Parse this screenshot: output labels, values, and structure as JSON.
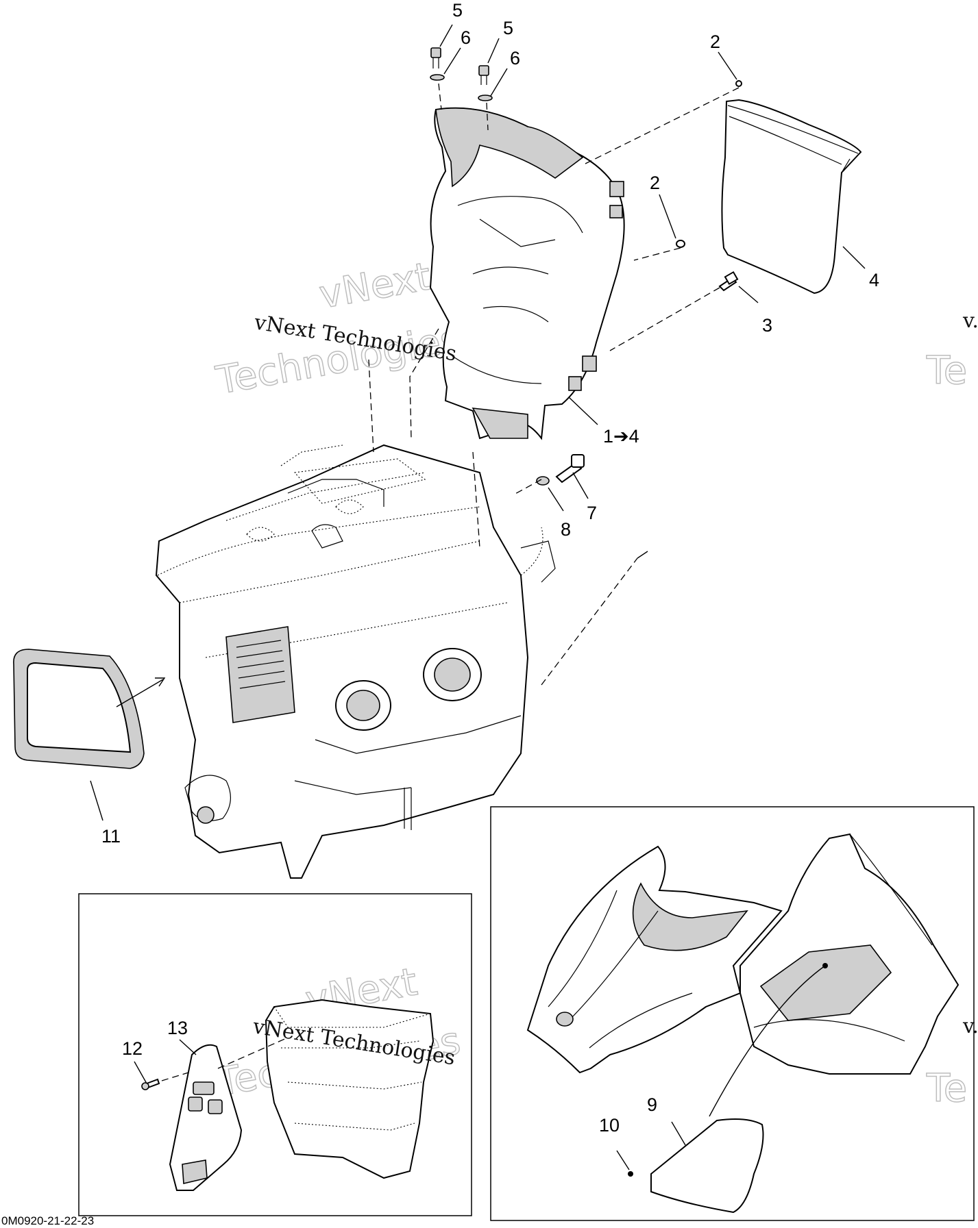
{
  "callouts": {
    "c5a": "5",
    "c6a": "6",
    "c5b": "5",
    "c6b": "6",
    "c2a": "2",
    "c2b": "2",
    "c3": "3",
    "c4": "4",
    "c14": "1➔4",
    "c7": "7",
    "c8": "8",
    "c11": "11",
    "c13": "13",
    "c12": "12",
    "c9": "9",
    "c10": "10"
  },
  "watermark": {
    "line": "vNext Technologies",
    "word1": "vNext",
    "word2": "Technologies",
    "edge1": "v.",
    "edge2": "Te"
  },
  "drawing_code": "0M0920-21-22-23"
}
